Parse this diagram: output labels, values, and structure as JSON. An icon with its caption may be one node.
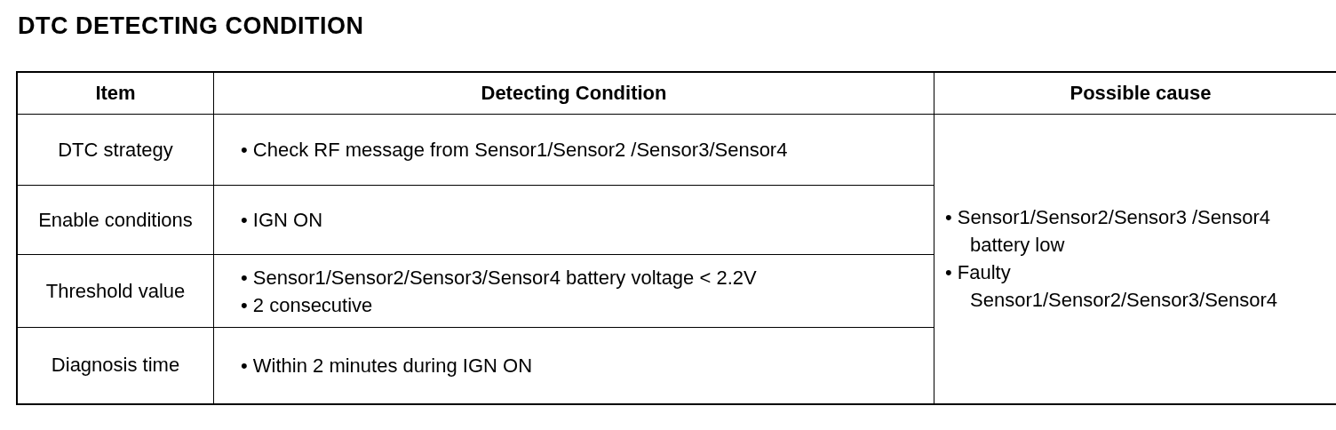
{
  "diagram": {
    "title": "DTC DETECTING CONDITION",
    "labels": [
      "Item",
      "Detecting Condition",
      "Possible cause",
      "DTC strategy",
      "• Check RF message from Sensor1/Sensor2 /Sensor3/Sensor4",
      "• Sensor1/Sensor2/Sensor3 /Sensor4 battery low",
      "• Faulty Sensor1/Sensor2/Sensor3/Sensor4",
      "Enable conditions",
      "• IGN ON",
      "Threshold value",
      "• Sensor1/Sensor2/Sensor3/Sensor4 battery voltage < 2.2V",
      "• 2 consecutive",
      "Diagnosis time",
      "• Within 2 minutes during IGN ON"
    ]
  }
}
